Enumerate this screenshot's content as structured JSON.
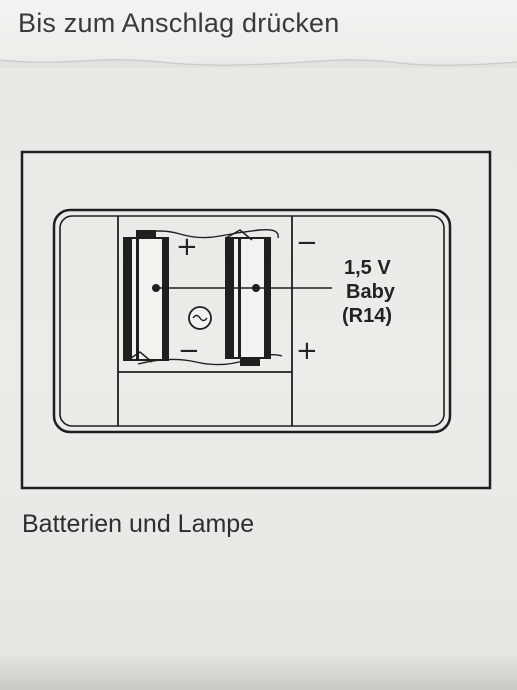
{
  "instruction_top": "Bis zum Anschlag drücken",
  "diagram": {
    "voltage": "1,5 V",
    "size": "Baby",
    "code": "(R14)",
    "plus": "+",
    "minus": "−"
  },
  "caption": "Batterien und Lampe",
  "colors": {
    "paper": "#ebebe8",
    "ink": "#1f1f1f"
  }
}
